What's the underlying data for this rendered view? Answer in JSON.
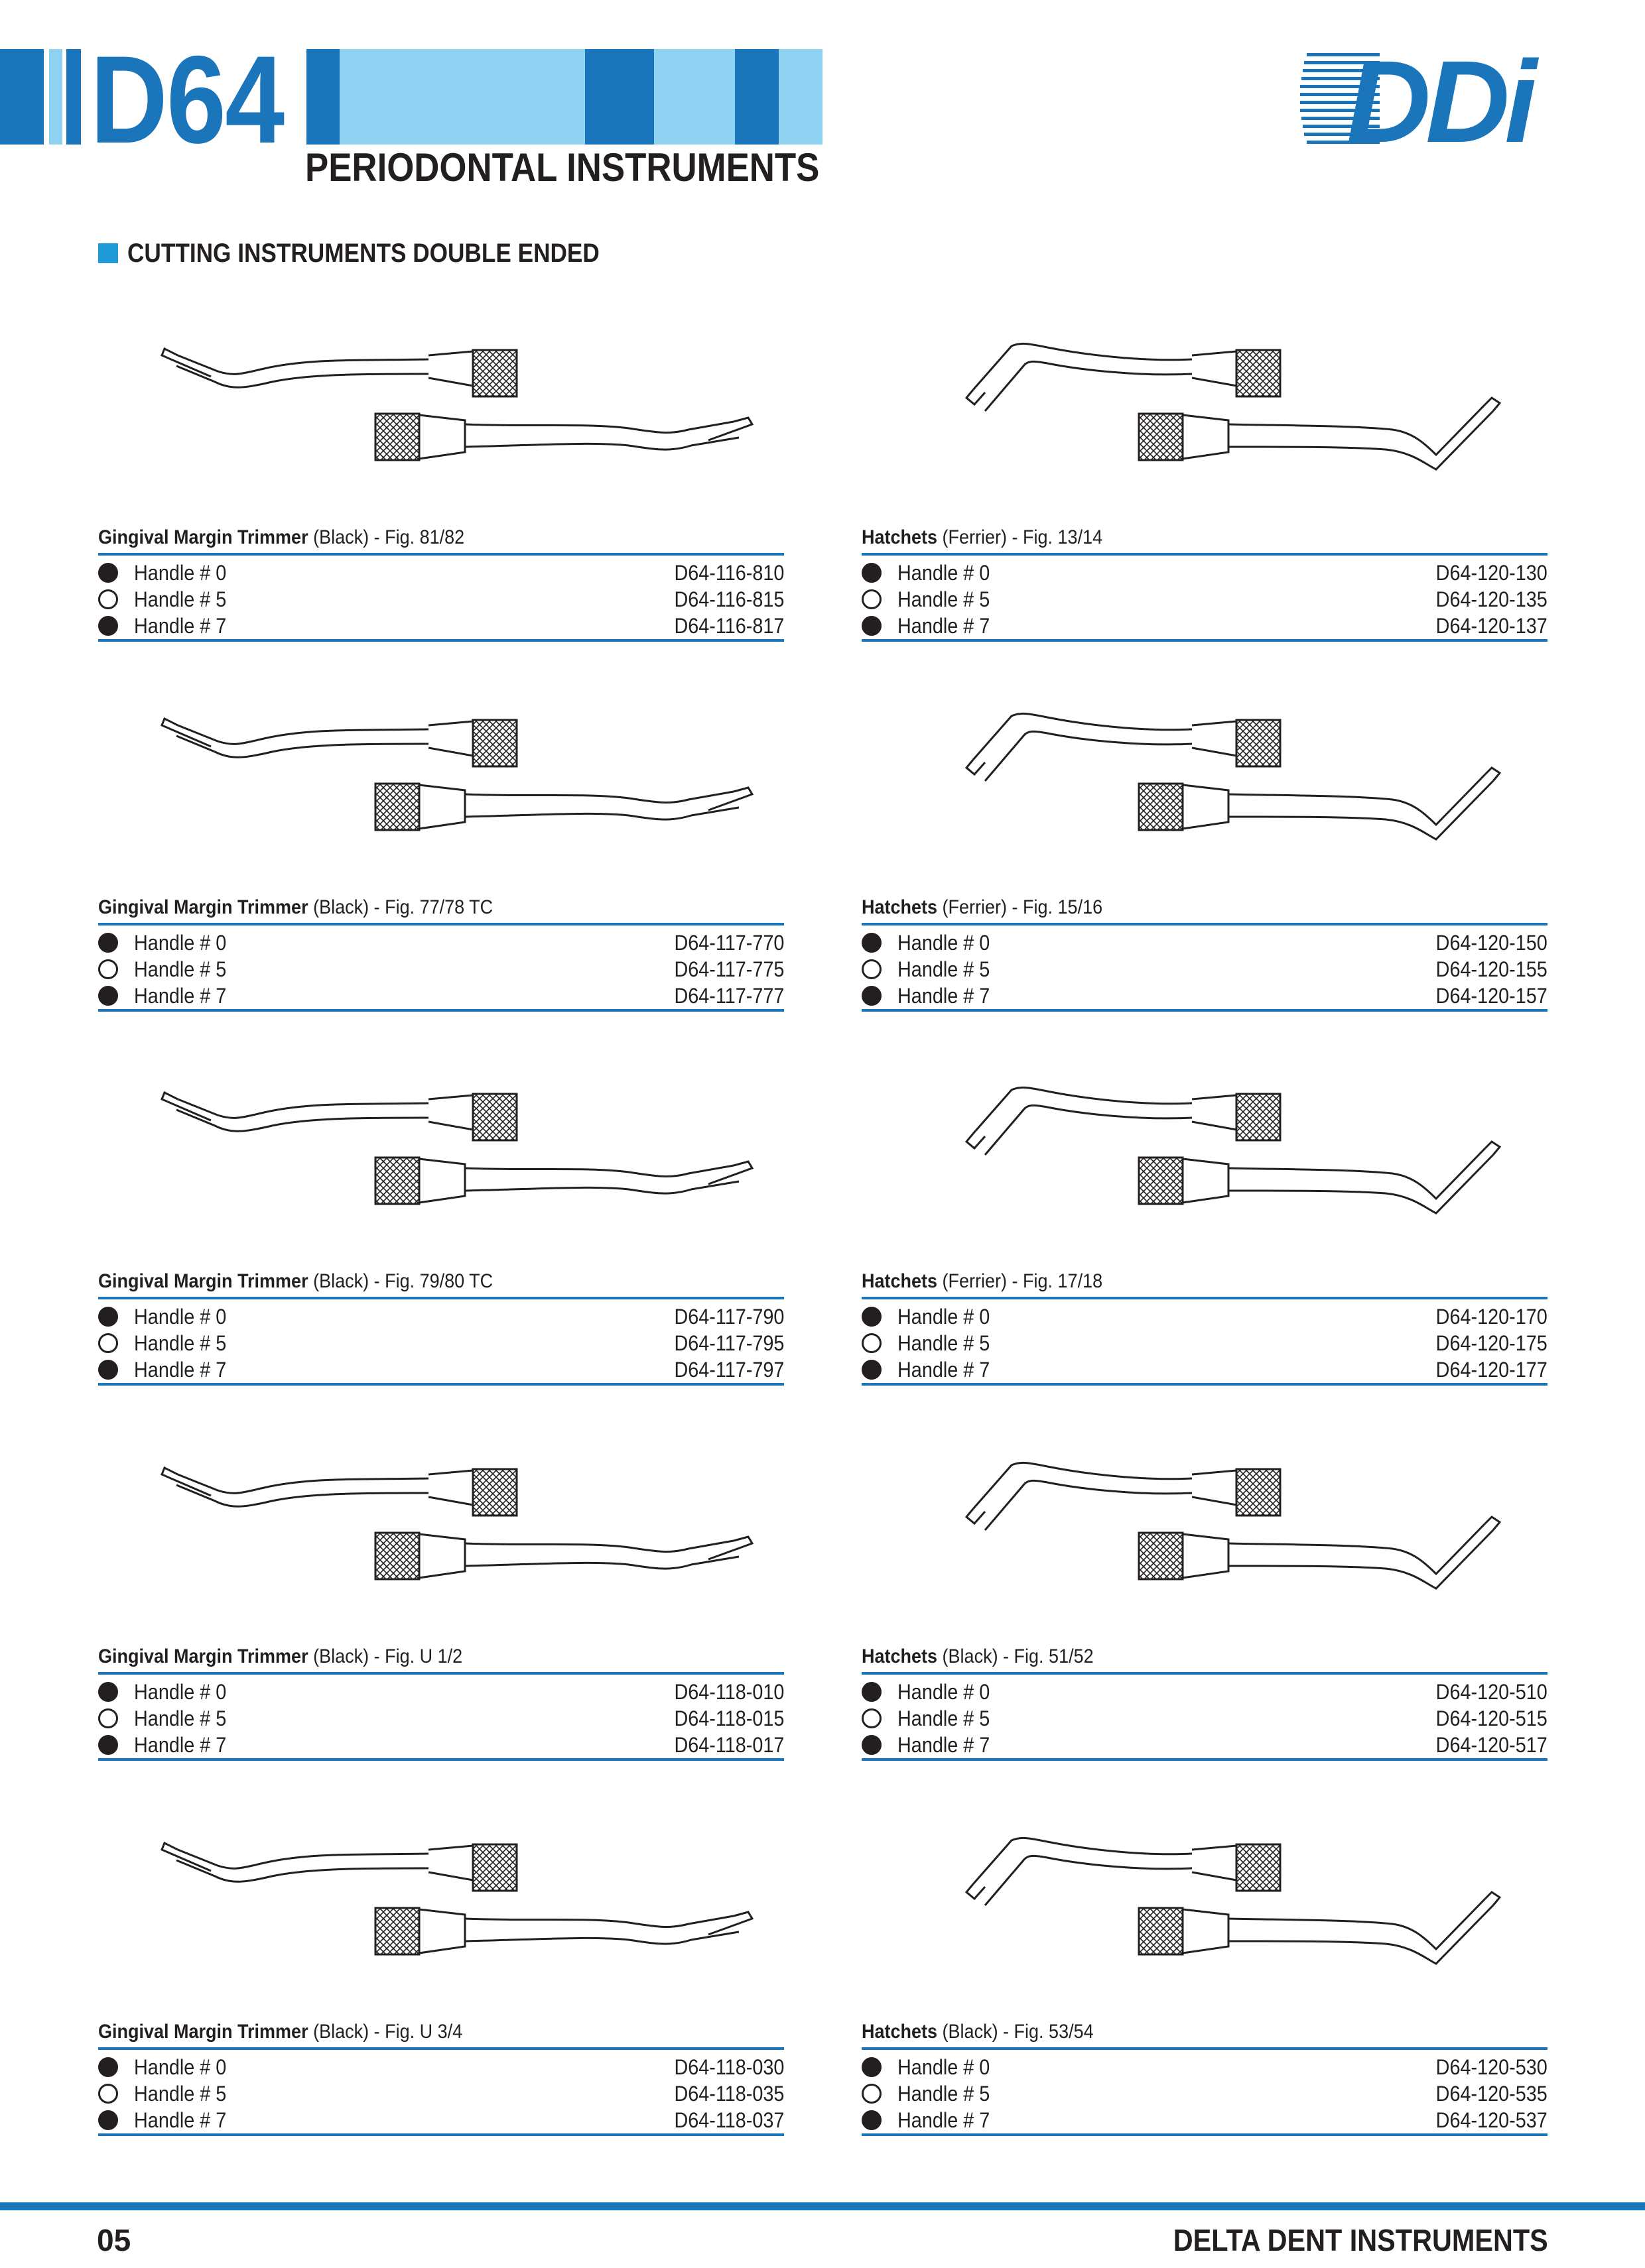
{
  "header": {
    "code": "D64",
    "subtitle": "PERIODONTAL INSTRUMENTS",
    "logo_text": "DDi"
  },
  "section_heading": "CUTTING INSTRUMENTS DOUBLE ENDED",
  "colors": {
    "brand_blue": "#1b75bb",
    "light_blue": "#8fd2f2",
    "mid_blue": "#1e9ad6",
    "text": "#231f20"
  },
  "products": [
    {
      "name": "Gingival Margin Trimmer",
      "detail": " (Black) - Fig. 81/82",
      "variant": "trimmer",
      "rows": [
        {
          "handle": "Handle # 0",
          "code": "D64-116-810",
          "filled": true
        },
        {
          "handle": "Handle # 5",
          "code": "D64-116-815",
          "filled": false
        },
        {
          "handle": "Handle # 7",
          "code": "D64-116-817",
          "filled": true
        }
      ]
    },
    {
      "name": "Hatchets",
      "detail": " (Ferrier) - Fig. 13/14",
      "variant": "hatchet",
      "rows": [
        {
          "handle": "Handle # 0",
          "code": "D64-120-130",
          "filled": true
        },
        {
          "handle": "Handle # 5",
          "code": "D64-120-135",
          "filled": false
        },
        {
          "handle": "Handle # 7",
          "code": "D64-120-137",
          "filled": true
        }
      ]
    },
    {
      "name": "Gingival Margin Trimmer",
      "detail": " (Black) - Fig. 77/78 TC",
      "variant": "trimmer",
      "rows": [
        {
          "handle": "Handle # 0",
          "code": "D64-117-770",
          "filled": true
        },
        {
          "handle": "Handle # 5",
          "code": "D64-117-775",
          "filled": false
        },
        {
          "handle": "Handle # 7",
          "code": "D64-117-777",
          "filled": true
        }
      ]
    },
    {
      "name": "Hatchets",
      "detail": " (Ferrier) - Fig. 15/16",
      "variant": "hatchet",
      "rows": [
        {
          "handle": "Handle # 0",
          "code": "D64-120-150",
          "filled": true
        },
        {
          "handle": "Handle # 5",
          "code": "D64-120-155",
          "filled": false
        },
        {
          "handle": "Handle # 7",
          "code": "D64-120-157",
          "filled": true
        }
      ]
    },
    {
      "name": "Gingival Margin Trimmer",
      "detail": " (Black) - Fig. 79/80 TC",
      "variant": "trimmer",
      "rows": [
        {
          "handle": "Handle # 0",
          "code": "D64-117-790",
          "filled": true
        },
        {
          "handle": "Handle # 5",
          "code": "D64-117-795",
          "filled": false
        },
        {
          "handle": "Handle # 7",
          "code": "D64-117-797",
          "filled": true
        }
      ]
    },
    {
      "name": "Hatchets",
      "detail": " (Ferrier) - Fig. 17/18",
      "variant": "hatchet",
      "rows": [
        {
          "handle": "Handle # 0",
          "code": "D64-120-170",
          "filled": true
        },
        {
          "handle": "Handle # 5",
          "code": "D64-120-175",
          "filled": false
        },
        {
          "handle": "Handle # 7",
          "code": "D64-120-177",
          "filled": true
        }
      ]
    },
    {
      "name": "Gingival Margin Trimmer",
      "detail": " (Black) - Fig. U 1/2",
      "variant": "trimmer",
      "rows": [
        {
          "handle": "Handle # 0",
          "code": "D64-118-010",
          "filled": true
        },
        {
          "handle": "Handle # 5",
          "code": "D64-118-015",
          "filled": false
        },
        {
          "handle": "Handle # 7",
          "code": "D64-118-017",
          "filled": true
        }
      ]
    },
    {
      "name": "Hatchets",
      "detail": " (Black) - Fig. 51/52",
      "variant": "hatchet",
      "rows": [
        {
          "handle": "Handle # 0",
          "code": "D64-120-510",
          "filled": true
        },
        {
          "handle": "Handle # 5",
          "code": "D64-120-515",
          "filled": false
        },
        {
          "handle": "Handle # 7",
          "code": "D64-120-517",
          "filled": true
        }
      ]
    },
    {
      "name": "Gingival Margin Trimmer",
      "detail": " (Black) - Fig. U 3/4",
      "variant": "trimmer",
      "rows": [
        {
          "handle": "Handle # 0",
          "code": "D64-118-030",
          "filled": true
        },
        {
          "handle": "Handle # 5",
          "code": "D64-118-035",
          "filled": false
        },
        {
          "handle": "Handle # 7",
          "code": "D64-118-037",
          "filled": true
        }
      ]
    },
    {
      "name": "Hatchets",
      "detail": " (Black) - Fig. 53/54",
      "variant": "hatchet",
      "rows": [
        {
          "handle": "Handle # 0",
          "code": "D64-120-530",
          "filled": true
        },
        {
          "handle": "Handle # 5",
          "code": "D64-120-535",
          "filled": false
        },
        {
          "handle": "Handle # 7",
          "code": "D64-120-537",
          "filled": true
        }
      ]
    }
  ],
  "footer": {
    "page_number": "05",
    "company": "DELTA DENT INSTRUMENTS"
  }
}
